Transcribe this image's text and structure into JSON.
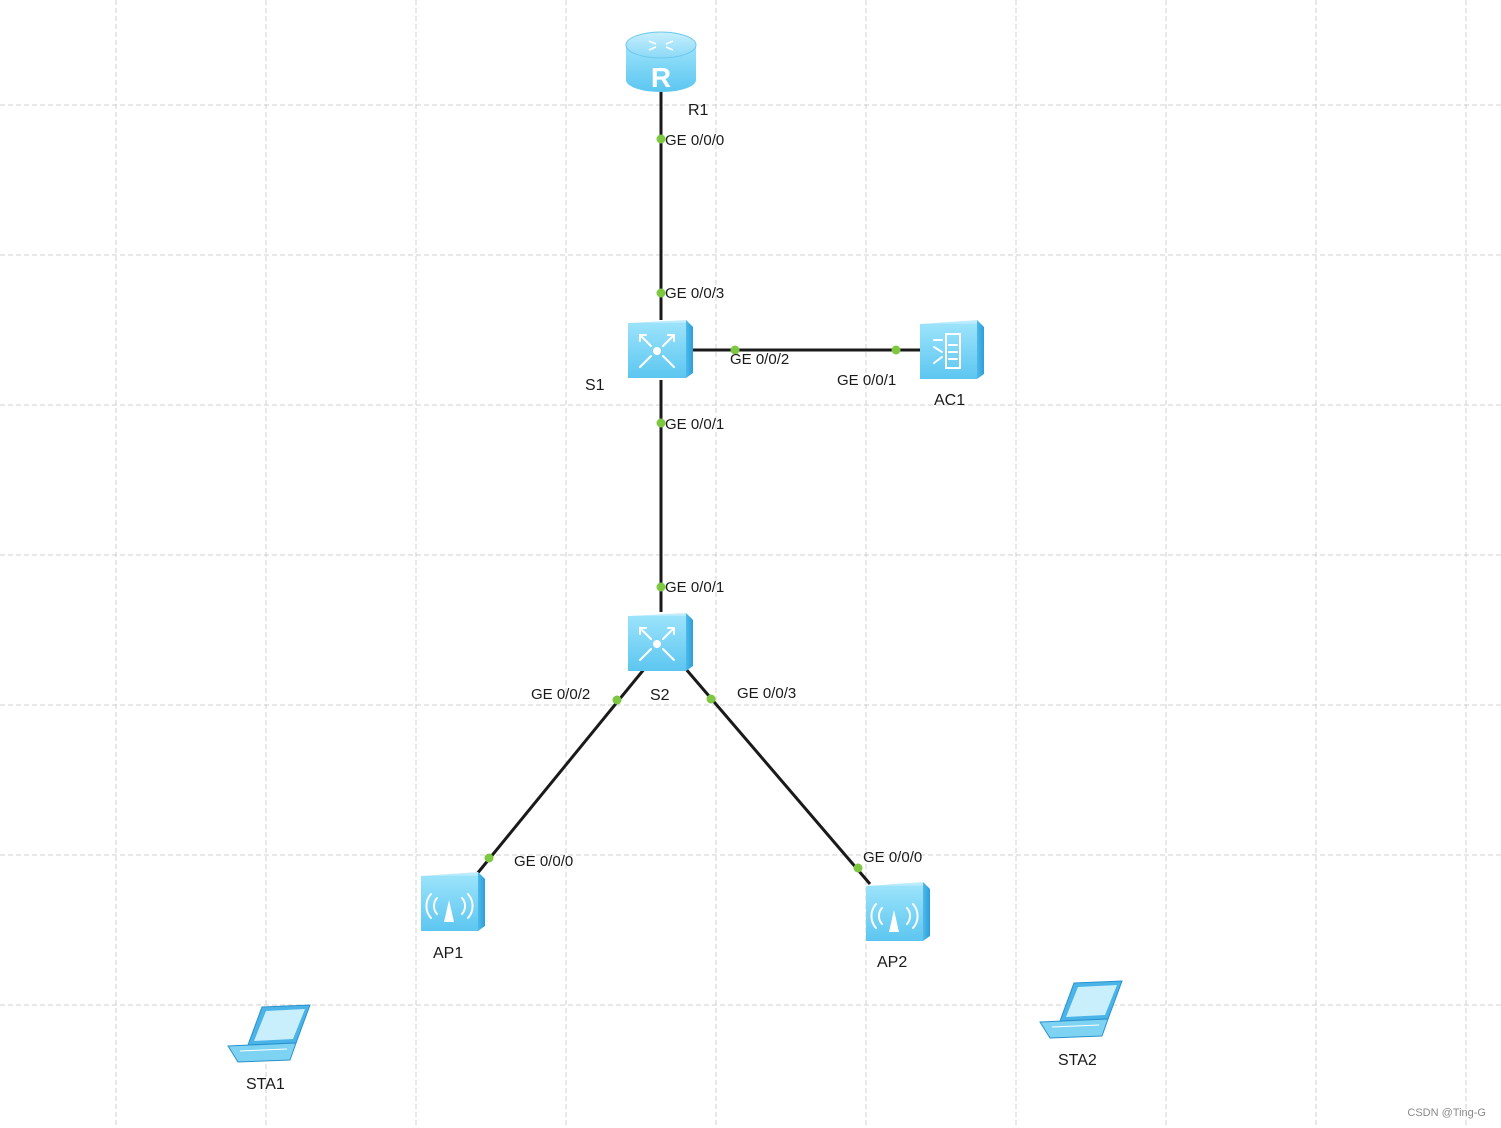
{
  "devices": {
    "r1": {
      "label": "R1",
      "type": "router",
      "icon": "router-icon"
    },
    "s1": {
      "label": "S1",
      "type": "switch",
      "icon": "switch-icon"
    },
    "s2": {
      "label": "S2",
      "type": "switch",
      "icon": "switch-icon"
    },
    "ac1": {
      "label": "AC1",
      "type": "access-controller",
      "icon": "access-controller-icon"
    },
    "ap1": {
      "label": "AP1",
      "type": "access-point",
      "icon": "access-point-icon"
    },
    "ap2": {
      "label": "AP2",
      "type": "access-point",
      "icon": "access-point-icon"
    },
    "sta1": {
      "label": "STA1",
      "type": "station",
      "icon": "laptop-icon"
    },
    "sta2": {
      "label": "STA2",
      "type": "station",
      "icon": "laptop-icon"
    }
  },
  "links": [
    {
      "from": "R1",
      "from_port": "GE 0/0/0",
      "to": "S1",
      "to_port": "GE 0/0/3"
    },
    {
      "from": "S1",
      "from_port": "GE 0/0/2",
      "to": "AC1",
      "to_port": "GE 0/0/1"
    },
    {
      "from": "S1",
      "from_port": "GE 0/0/1",
      "to": "S2",
      "to_port": "GE 0/0/1"
    },
    {
      "from": "S2",
      "from_port": "GE 0/0/2",
      "to": "AP1",
      "to_port": "GE 0/0/0"
    },
    {
      "from": "S2",
      "from_port": "GE 0/0/3",
      "to": "AP2",
      "to_port": "GE 0/0/0"
    }
  ],
  "colors": {
    "link": "#1a1a1a",
    "port_dot": "#7dc741",
    "device_fill": "#7ed3f3",
    "device_dark": "#35b3e6",
    "grid": "#d0d0d0"
  },
  "watermark": "CSDN @Ting-G"
}
